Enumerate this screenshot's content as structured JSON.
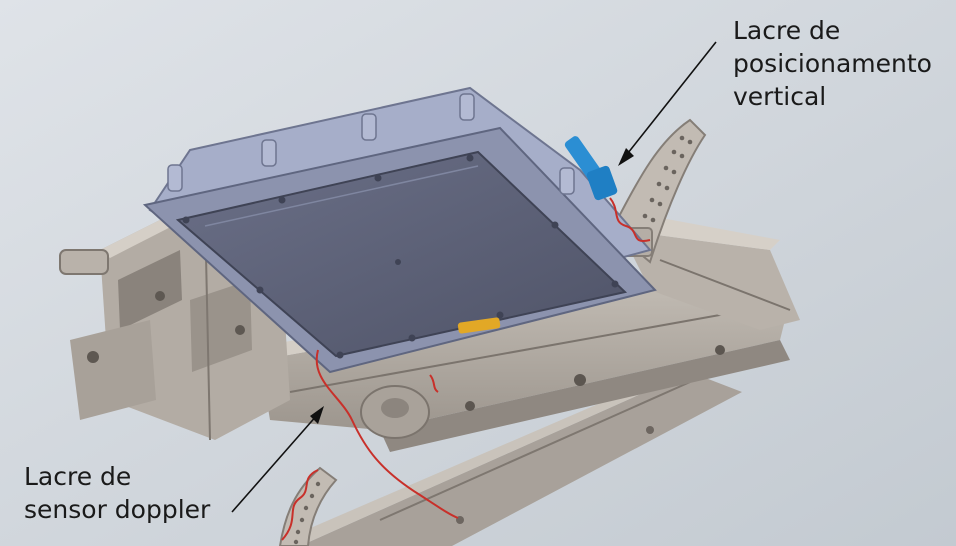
{
  "callouts": {
    "vertical_seal": {
      "lines": [
        "Lacre de",
        "posicionamento",
        "vertical"
      ]
    },
    "doppler_seal": {
      "lines": [
        "Lacre de",
        "sensor doppler"
      ]
    }
  },
  "colors": {
    "background": "#d2d8de",
    "enclosure": "#9ea7c3",
    "enclosure_face": "#5f6479",
    "bracket": "#b5aea6",
    "bracket_shadow": "#8a837c",
    "seal_blue": "#1f7fc4",
    "seal_wire": "#c8302a",
    "label_plate": "#e2a826"
  }
}
